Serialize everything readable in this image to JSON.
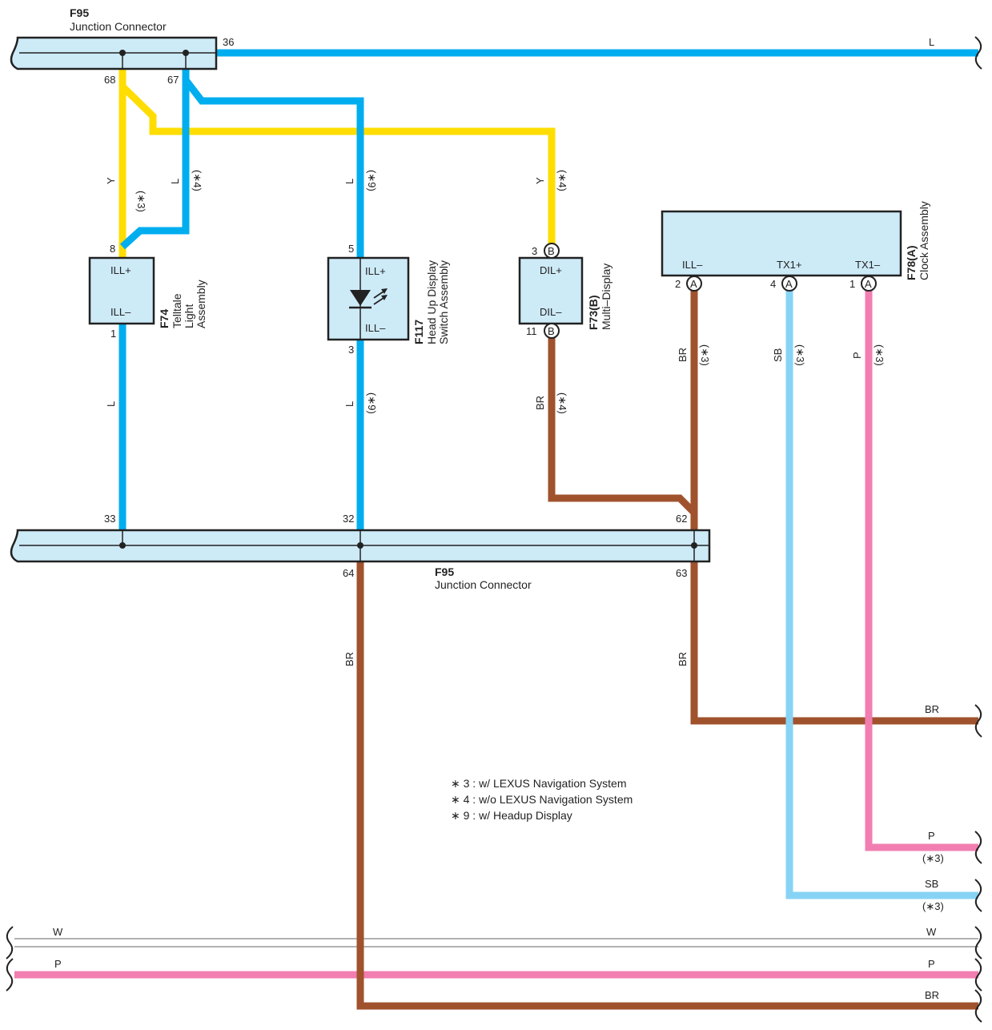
{
  "connectors": {
    "top": {
      "id": "F95",
      "name": "Junction Connector"
    },
    "bottom": {
      "id": "F95",
      "name": "Junction Connector"
    }
  },
  "components": {
    "f74": {
      "id": "F74",
      "name_lines": [
        "Telltale",
        "Light",
        "Assembly"
      ],
      "pin_top": "ILL+",
      "pin_bottom": "ILL–"
    },
    "f117": {
      "id": "F117",
      "name_lines": [
        "Head Up Display",
        "Switch Assembly"
      ],
      "pin_top": "ILL+",
      "pin_bottom": "ILL–"
    },
    "f73": {
      "id": "F73(B)",
      "name_lines": [
        "Multi–Display"
      ],
      "pin_top": "DIL+",
      "pin_bottom": "DIL–",
      "conn_letter": "B"
    },
    "f78": {
      "id": "F78(A)",
      "name_lines": [
        "Clock Assembly"
      ],
      "pins": [
        "ILL–",
        "TX1+",
        "TX1–"
      ],
      "conn_letter": "A"
    }
  },
  "pins": {
    "p36": "36",
    "p68": "68",
    "p67": "67",
    "p8": "8",
    "p1": "1",
    "p5": "5",
    "p3a": "3",
    "p3b": "3",
    "p11": "11",
    "p2": "2",
    "p4": "4",
    "p1b": "1",
    "p33": "33",
    "p32": "32",
    "p62": "62",
    "p64": "64",
    "p63": "63"
  },
  "wire_labels": {
    "L": "L",
    "Y": "Y",
    "BR": "BR",
    "SB": "SB",
    "P": "P",
    "W": "W"
  },
  "notes": {
    "n3": "(∗3)",
    "n4": "(∗4)",
    "n9": "(∗9)"
  },
  "legend": [
    "∗ 3 : w/ LEXUS Navigation System",
    "∗ 4 : w/o LEXUS Navigation System",
    "∗ 9 : w/ Headup Display"
  ],
  "colors": {
    "L": "#00aeef",
    "Y": "#ffdd00",
    "BR": "#a0522d",
    "SB": "#87d3f5",
    "P": "#f27eb1",
    "W": "#ffffff"
  }
}
